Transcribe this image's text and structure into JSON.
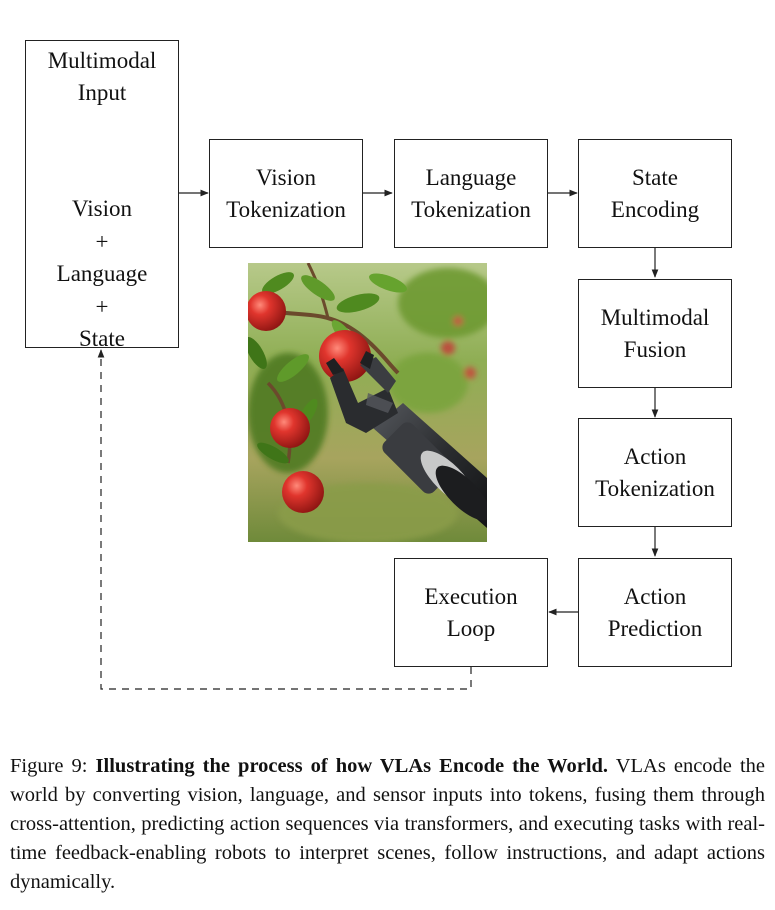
{
  "nodes": {
    "input_title": [
      "Multimodal",
      "Input"
    ],
    "input_modalities": [
      "Vision",
      "+",
      "Language",
      "+",
      "State"
    ],
    "vision_tok": [
      "Vision",
      "Tokenization"
    ],
    "language_tok": [
      "Language",
      "Tokenization"
    ],
    "state_enc": [
      "State",
      "Encoding"
    ],
    "fusion": [
      "Multimodal",
      "Fusion"
    ],
    "action_tok": [
      "Action",
      "Tokenization"
    ],
    "action_pred": [
      "Action",
      "Prediction"
    ],
    "exec_loop": [
      "Execution",
      "Loop"
    ]
  },
  "caption": {
    "label": "Figure 9: ",
    "title": "Illustrating the process of how VLAs Encode the World.",
    "body": " VLAs encode the world by converting vision, language, and sensor inputs into tokens, fusing them through cross-attention, predicting action sequences via transfor­m­ers, and executing tasks with real-time feedback-enabling robots to interpret scenes, follow instructions, and adapt actions dynamically."
  },
  "colors": {
    "stroke": "#222222",
    "apple": "#d42a26",
    "leaf": "#5f8f2a",
    "robot": "#2b2d30"
  }
}
